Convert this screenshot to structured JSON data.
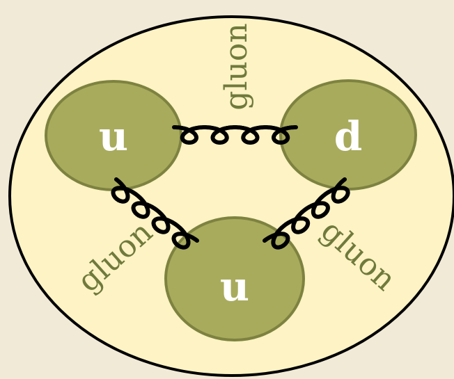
{
  "colors": {
    "background": "#f1ead6",
    "proton_fill": "#fdf3c4",
    "proton_stroke": "#000000",
    "quark_fill": "#a8ab5c",
    "quark_stroke": "#7d8240",
    "gluon_line": "#000000",
    "gluon_label": "#6f7a3c"
  },
  "quarks": {
    "top_left": "u",
    "top_right": "d",
    "bottom": "u"
  },
  "gluons": {
    "top": "gluon",
    "left": "gluon",
    "right": "gluon"
  }
}
